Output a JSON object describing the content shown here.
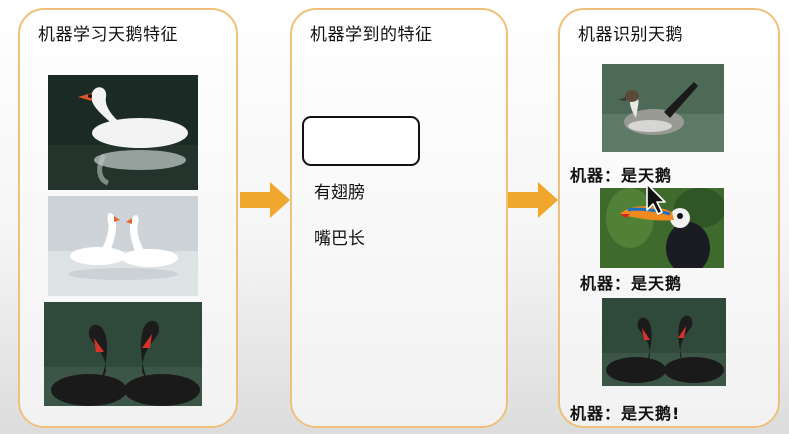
{
  "panels": {
    "learn_title": "机器学习天鹅特征",
    "learned_title": "机器学到的特征",
    "recognize_title": "机器识别天鹅"
  },
  "features": [
    "有翅膀",
    "嘴巴长"
  ],
  "verdicts": [
    "机器：是天鹅",
    "机器：是天鹅",
    "机器：是天鹅!"
  ],
  "colors": {
    "panel_border": "#efc07a",
    "arrow": "#f0a72d"
  },
  "icons": {
    "arrow": "arrow-right-icon",
    "cursor": "mouse-cursor-icon"
  }
}
